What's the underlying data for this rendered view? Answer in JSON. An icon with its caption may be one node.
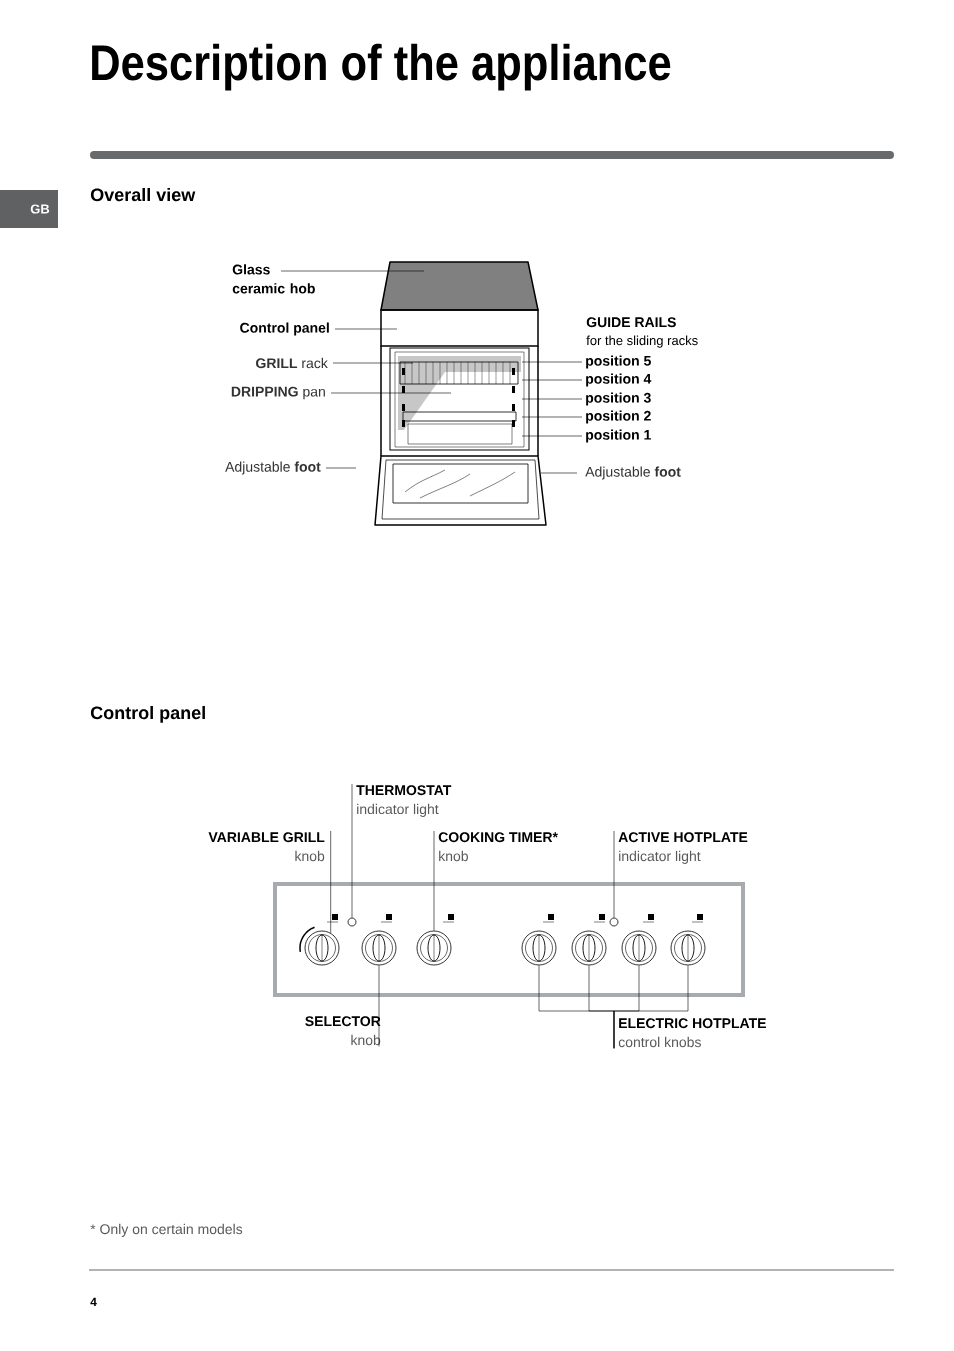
{
  "diagram": {
    "title": "Description of the appliance",
    "nodes": [
      {
        "text": [
          "Glass ceramic hob"
        ]
      },
      {
        "text": [
          "Control panel"
        ]
      },
      {
        "text": [
          "**GRILL** rack"
        ]
      },
      {
        "text": [
          "**DRIPPING** pan"
        ]
      },
      {
        "text": [
          "Adjustable **foot**"
        ]
      },
      {
        "text": [
          "position 5"
        ]
      },
      {
        "text": [
          "position 4"
        ]
      },
      {
        "text": [
          "position 3"
        ]
      },
      {
        "text": [
          "position 2"
        ]
      },
      {
        "text": [
          "position 1"
        ]
      },
      {
        "text": [
          "Adjustable **foot**"
        ]
      },
      {
        "text": [
          "VARIABLE GRILL",
          "knob"
        ]
      },
      {
        "text": [
          "THERMOSTAT",
          "indicator light"
        ]
      },
      {
        "text": [
          "COOKING TIMER*",
          "knob"
        ]
      },
      {
        "text": [
          "ACTIVE HOTPLATE",
          "indicator light"
        ]
      },
      {
        "text": [
          "SELECTOR",
          "knob"
        ]
      },
      {
        "text": [
          "ELECTRIC HOTPLATE",
          "control knobs"
        ]
      },
      {
        "text": [],
        "shape": "box"
      },
      {
        "text": [],
        "shape": "circle",
        "in": 17
      },
      {
        "text": [],
        "shape": "circle",
        "in": 17
      },
      {
        "text": [],
        "shape": "circle",
        "in": 17
      },
      {
        "text": [],
        "shape": "circle",
        "in": 17
      },
      {
        "text": [],
        "shape": "circle",
        "in": 17
      },
      {
        "text": [],
        "shape": "circle",
        "in": 17
      },
      {
        "text": [],
        "shape": "circle",
        "in": 17
      },
      {
        "text": [],
        "shape": "circle",
        "in": 17
      },
      {
        "text": [],
        "shape": "circle",
        "in": 17
      }
    ],
    "edges": [
      {
        "from": 0,
        "to": null,
        "arrow": "none"
      },
      {
        "from": 1,
        "to": null,
        "arrow": "none"
      },
      {
        "from": 2,
        "to": null,
        "arrow": "none"
      },
      {
        "from": 3,
        "to": null,
        "arrow": "none"
      },
      {
        "from": 4,
        "to": null,
        "arrow": "none"
      },
      {
        "from": 5,
        "to": null,
        "arrow": "none"
      },
      {
        "from": 6,
        "to": null,
        "arrow": "none"
      },
      {
        "from": 7,
        "to": null,
        "arrow": "none"
      },
      {
        "from": 8,
        "to": null,
        "arrow": "none"
      },
      {
        "from": 9,
        "to": null,
        "arrow": "none"
      },
      {
        "from": 10,
        "to": null,
        "arrow": "none"
      },
      {
        "from": 11,
        "to": 18,
        "arrow": "none"
      },
      {
        "from": 12,
        "to": 19,
        "arrow": "none"
      },
      {
        "from": 13,
        "to": 21,
        "arrow": "none"
      },
      {
        "from": 14,
        "to": 24,
        "arrow": "none"
      },
      {
        "from": 15,
        "to": 20,
        "arrow": "none"
      },
      {
        "from": 16,
        "to": 22,
        "arrow": "none"
      },
      {
        "from": 16,
        "to": 23,
        "arrow": "none"
      },
      {
        "from": 16,
        "to": 25,
        "arrow": "none"
      },
      {
        "from": 16,
        "to": 26,
        "arrow": "none"
      }
    ],
    "labels": [
      "GB",
      "Overall view",
      "Control panel",
      "GUIDE RAILS",
      "for the sliding racks",
      "* Only on certain models",
      "4"
    ]
  }
}
